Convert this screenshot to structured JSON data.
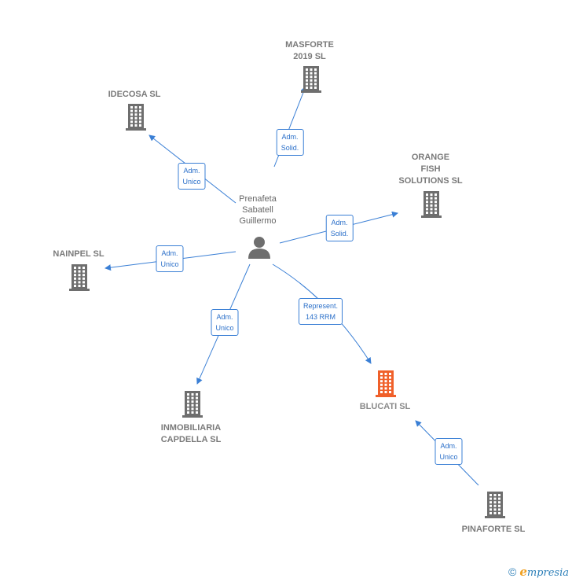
{
  "colors": {
    "edge": "#3a7fd5",
    "company": "#6e6e6e",
    "highlight": "#f0602a",
    "person": "#6e6e6e"
  },
  "person": {
    "lines": [
      "Prenafeta",
      "Sabatell",
      "Guillermo"
    ],
    "icon": "person-icon"
  },
  "companies": [
    {
      "id": "masforte",
      "lines": [
        "MASFORTE",
        "2019  SL"
      ],
      "icon": "building-icon",
      "highlight": false
    },
    {
      "id": "idecosa",
      "lines": [
        "IDECOSA SL"
      ],
      "icon": "building-icon",
      "highlight": false
    },
    {
      "id": "orange",
      "lines": [
        "ORANGE",
        "FISH",
        "SOLUTIONS SL"
      ],
      "icon": "building-icon",
      "highlight": false
    },
    {
      "id": "nainpel",
      "lines": [
        "NAINPEL SL"
      ],
      "icon": "building-icon",
      "highlight": false
    },
    {
      "id": "inmobiliaria",
      "lines": [
        "INMOBILIARIA",
        "CAPDELLA SL"
      ],
      "icon": "building-icon",
      "highlight": false
    },
    {
      "id": "blucati",
      "lines": [
        "BLUCATI  SL"
      ],
      "icon": "building-icon",
      "highlight": true
    },
    {
      "id": "pinaforte",
      "lines": [
        "PINAFORTE SL"
      ],
      "icon": "building-icon",
      "highlight": false
    }
  ],
  "edges": [
    {
      "from": "person",
      "to": "masforte",
      "lines": [
        "Adm.",
        "Solid."
      ]
    },
    {
      "from": "person",
      "to": "idecosa",
      "lines": [
        "Adm.",
        "Unico"
      ]
    },
    {
      "from": "person",
      "to": "orange",
      "lines": [
        "Adm.",
        "Solid."
      ]
    },
    {
      "from": "person",
      "to": "nainpel",
      "lines": [
        "Adm.",
        "Unico"
      ]
    },
    {
      "from": "person",
      "to": "inmobiliaria",
      "lines": [
        "Adm.",
        "Unico"
      ]
    },
    {
      "from": "person",
      "to": "blucati",
      "lines": [
        "Represent.",
        "143 RRM"
      ]
    },
    {
      "from": "pinaforte",
      "to": "blucati",
      "lines": [
        "Adm.",
        "Unico"
      ]
    }
  ],
  "footer": {
    "copyright": "©",
    "brand_initial": "e",
    "brand_rest": "mpresia"
  }
}
